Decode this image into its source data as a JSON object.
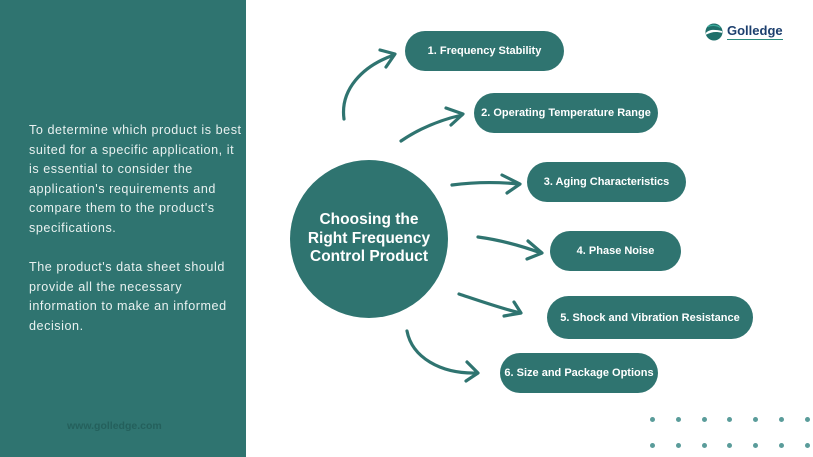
{
  "brand": {
    "name": "Golledge",
    "website": "www.golledge.com",
    "primary_color": "#2f7470",
    "logo_icon": "golledge-globe-icon"
  },
  "sidebar": {
    "paragraphs": [
      "To determine which product is best suited for a specific application, it is essential to consider the application's requirements and compare them to the product's specifications.",
      "The product's data sheet should provide all the necessary information to make an informed decision."
    ]
  },
  "diagram": {
    "center_title": "Choosing the Right Frequency Control Product",
    "items": [
      {
        "label": "1. Frequency Stability"
      },
      {
        "label": "2. Operating Temperature Range"
      },
      {
        "label": "3. Aging Characteristics"
      },
      {
        "label": "4. Phase Noise"
      },
      {
        "label": "5. Shock and Vibration Resistance"
      },
      {
        "label": "6. Size and Package Options"
      }
    ],
    "arrow_icon": "curved-arrow-icon"
  },
  "decoration": {
    "dot_grid": {
      "rows": 2,
      "columns": 7
    }
  }
}
